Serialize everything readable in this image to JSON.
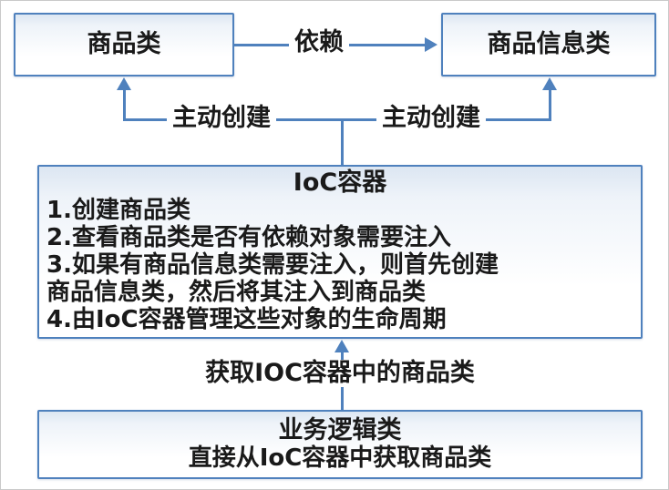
{
  "diagram": {
    "colors": {
      "border": "#4f81bd",
      "line": "#4f81bd",
      "fill_top": "#dce6f2",
      "fill_bottom": "#ffffff",
      "text": "#1a1a1a"
    },
    "product_box": {
      "label": "商品类"
    },
    "product_info_box": {
      "label": "商品信息类"
    },
    "depends_arrow": {
      "label": "依赖"
    },
    "create_arrows": {
      "left_label": "主动创建",
      "right_label": "主动创建"
    },
    "ioc_box": {
      "title": "IoC容器",
      "lines": [
        "1.创建商品类",
        "2.查看商品类是否有依赖对象需要注入",
        "3.如果有商品信息类需要注入，则首先创建",
        "商品信息类，然后将其注入到商品类",
        "4.由IoC容器管理这些对象的生命周期"
      ]
    },
    "get_arrow": {
      "label": "获取IOC容器中的商品类"
    },
    "business_box": {
      "title": "业务逻辑类",
      "line2": "直接从IoC容器中获取商品类"
    }
  }
}
